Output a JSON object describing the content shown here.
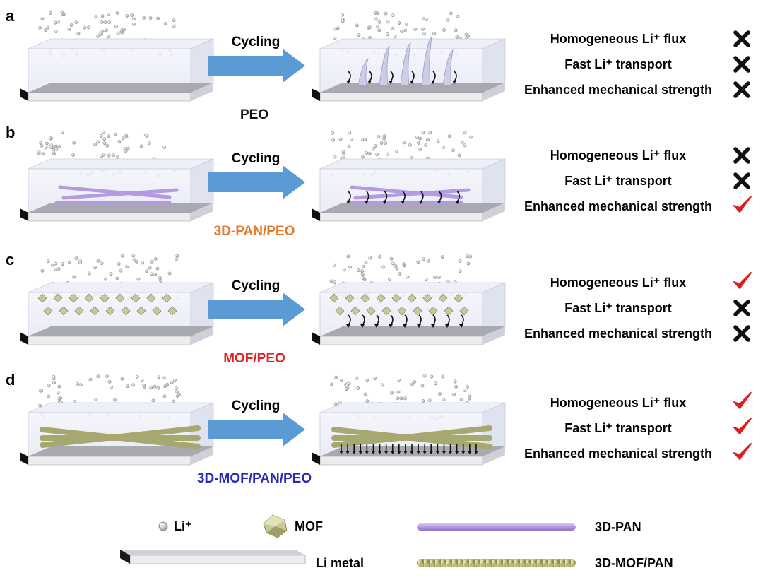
{
  "panels": [
    {
      "letter": "a",
      "arrow_text": "Cycling",
      "material": "PEO",
      "material_color": "#111111",
      "features": [
        {
          "text": "Homogeneous Li⁺ flux",
          "status": "cross"
        },
        {
          "text": "Fast Li⁺ transport",
          "status": "cross"
        },
        {
          "text": "Enhanced mechanical strength",
          "status": "cross"
        }
      ]
    },
    {
      "letter": "b",
      "arrow_text": "Cycling",
      "material": "3D-PAN/PEO",
      "material_color": "#e8782a",
      "features": [
        {
          "text": "Homogeneous Li⁺ flux",
          "status": "cross"
        },
        {
          "text": "Fast Li⁺ transport",
          "status": "cross"
        },
        {
          "text": "Enhanced mechanical strength",
          "status": "check"
        }
      ]
    },
    {
      "letter": "c",
      "arrow_text": "Cycling",
      "material": "MOF/PEO",
      "material_color": "#e02020",
      "features": [
        {
          "text": "Homogeneous Li⁺ flux",
          "status": "check"
        },
        {
          "text": "Fast Li⁺ transport",
          "status": "cross"
        },
        {
          "text": "Enhanced mechanical strength",
          "status": "cross"
        }
      ]
    },
    {
      "letter": "d",
      "arrow_text": "Cycling",
      "material": "3D-MOF/PAN/PEO",
      "material_color": "#2a2ab4",
      "features": [
        {
          "text": "Homogeneous Li⁺ flux",
          "status": "check"
        },
        {
          "text": "Fast Li⁺ transport",
          "status": "check"
        },
        {
          "text": "Enhanced mechanical strength",
          "status": "check"
        }
      ]
    }
  ],
  "legend": {
    "li_ion": "Li⁺",
    "mof": "MOF",
    "pan": "3D-PAN",
    "li_metal": "Li metal",
    "mof_pan": "3D-MOF/PAN"
  },
  "colors": {
    "arrow": "#5b9bd5",
    "check": "#d81e1e",
    "cross": "#111111",
    "pan_fiber": "#b49adf",
    "mof_crystal": "#c9c89a",
    "li_metal": "#a9a9b2"
  }
}
